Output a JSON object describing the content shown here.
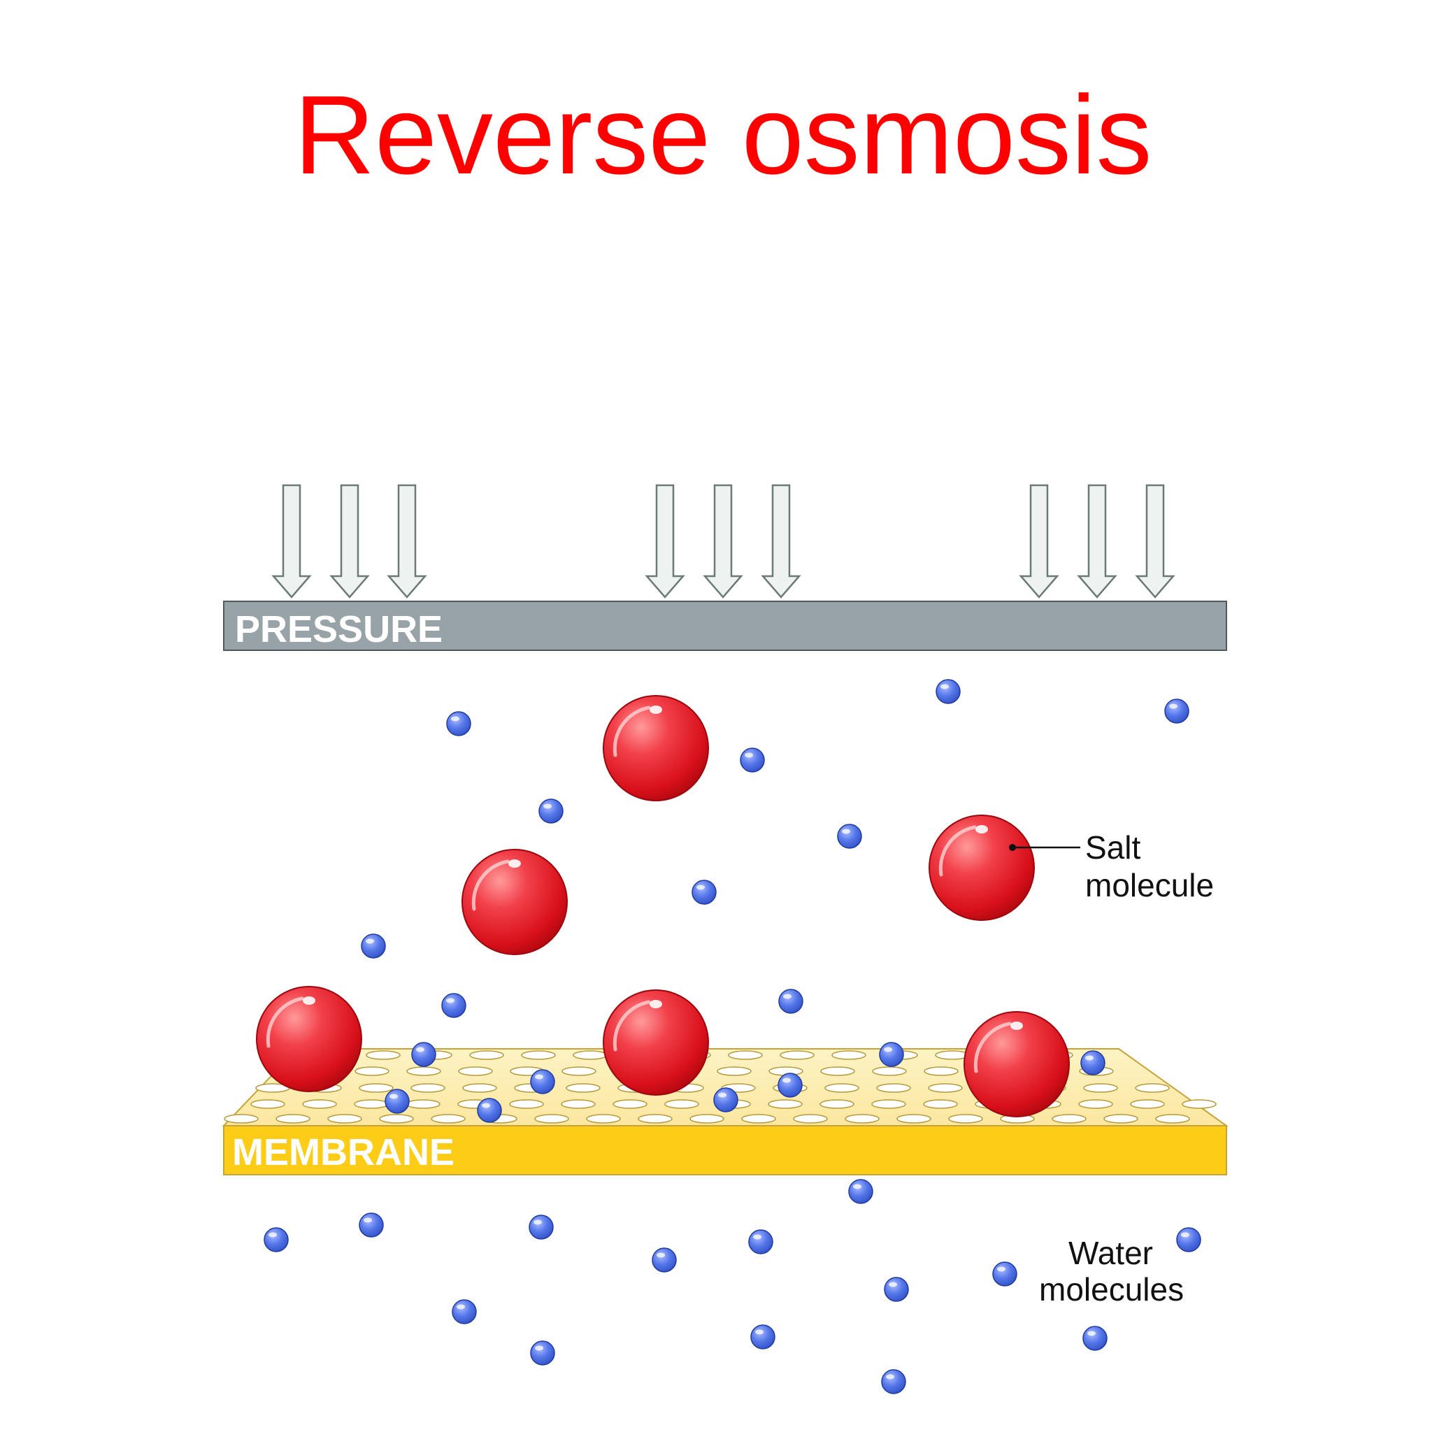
{
  "title": "Reverse osmosis",
  "pressure_plate": {
    "label": "PRESSURE"
  },
  "membrane": {
    "label": "MEMBRANE"
  },
  "legend": {
    "salt": {
      "line1": "Salt",
      "line2": "molecule"
    },
    "water": {
      "line1": "Water",
      "line2": "molecules"
    }
  },
  "colors": {
    "title": "#ff0000",
    "pressure_plate": "#98a3a7",
    "pressure_label": "#ffffff",
    "membrane_front": "#fccc17",
    "membrane_top": "#fbeba8",
    "membrane_label": "#ffffff",
    "salt_molecule": "#e8141a",
    "water_molecule": "#4e6fe0",
    "arrow_fill": "#eef2f1",
    "arrow_stroke": "#6b7a77",
    "callout_text": "#111111"
  },
  "icons": {
    "pressure_arrow": "down-arrow-icon",
    "salt_molecule": "red-sphere-icon",
    "water_molecule": "blue-sphere-icon"
  }
}
